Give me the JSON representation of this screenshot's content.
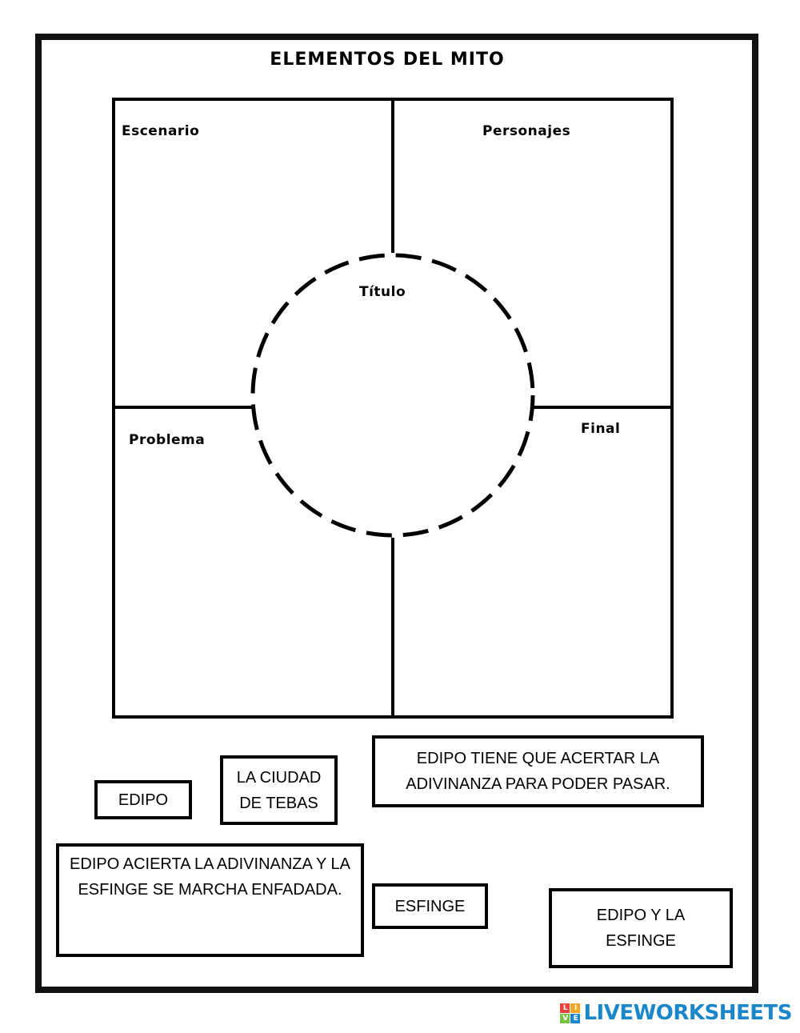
{
  "worksheet": {
    "title": "ELEMENTOS DEL MITO"
  },
  "diagram": {
    "labels": {
      "escenario": "Escenario",
      "personajes": "Personajes",
      "titulo": "Título",
      "problema": "Problema",
      "final": "Final"
    }
  },
  "cards": {
    "edipo": "EDIPO",
    "ciudad": "LA CIUDAD DE TEBAS",
    "adivinanza_pasar": "EDIPO TIENE QUE ACERTAR LA ADIVINANZA PARA PODER PASAR.",
    "acierta": "EDIPO ACIERTA LA ADIVINANZA Y LA ESFINGE SE MARCHA ENFADADA.",
    "esfinge": "ESFINGE",
    "edipo_esfinge": "EDIPO Y LA ESFINGE"
  },
  "brand": {
    "logo_letters": [
      "L",
      "I",
      "V",
      "E"
    ],
    "logo_colors": [
      "#e8413c",
      "#f5a623",
      "#7ac143",
      "#1b86c9"
    ],
    "name": "LIVEWORKSHEETS"
  }
}
